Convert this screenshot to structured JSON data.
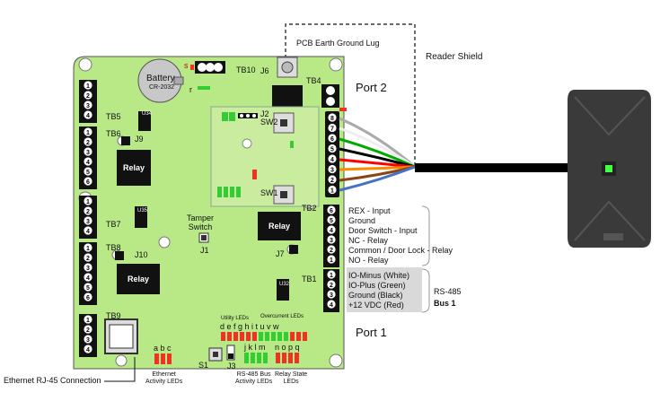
{
  "board": {
    "battery_title": "Battery",
    "battery_model": "CR-2032",
    "relay_label": "Relay",
    "tamper_label": "Tamper\nSwitch",
    "pcb_ground_lug": "PCB Earth Ground Lug",
    "reader_shield": "Reader Shield",
    "port2": "Port 2",
    "port1": "Port 1",
    "ethernet_label": "Ethernet RJ-45 Connection",
    "ethernet_leds": "Ethernet\nActivity LEDs",
    "rs485_leds": "RS-485 Bus\nActivity LEDs",
    "relay_leds": "Relay State\nLEDs",
    "utility_leds": "Utility LEDs",
    "overcurrent_leds": "Overcurrent LEDs",
    "rs485_title": "RS-485",
    "bus_title": "Bus 1",
    "jumpers": {
      "j1": "J1",
      "j2": "J2",
      "j3": "J3",
      "j6": "J6",
      "j7": "J7",
      "j9": "J9",
      "j10": "J10",
      "s1": "S1",
      "sw1": "SW1",
      "sw2": "SW2",
      "u34": "U34",
      "u35": "U35",
      "u32": "U32",
      "r": "r",
      "s": "s"
    },
    "terminal_blocks": {
      "tb1": "TB1",
      "tb2": "TB2",
      "tb4": "TB4",
      "tb5": "TB5",
      "tb6": "TB6",
      "tb7": "TB7",
      "tb8": "TB8",
      "tb9": "TB9",
      "tb10": "TB10"
    },
    "led_letters_top": "d e f g h i t u v w",
    "led_letters_abc": "a b c",
    "led_letters_mid": "j k l m",
    "led_letters_right": "n o p q"
  },
  "tb2_labels": [
    "REX - Input",
    "Ground",
    "Door Switch - Input",
    "NC - Relay",
    "Common / Door Lock - Relay",
    "NO - Relay"
  ],
  "tb1_labels": [
    "IO-Minus (White)",
    "IO-Plus (Green)",
    "Ground (Black)",
    "+12 VDC (Red)"
  ],
  "colors": {
    "board": "#b8e986",
    "board_edge": "#555555",
    "relay": "#111111",
    "led_green": "#33cc33",
    "led_red": "#ee3322",
    "reader_body": "#333333",
    "reader_led": "#44ff44",
    "rs485_box": "#d9d9d9",
    "wires": [
      "#aaaaaa",
      "#ffffff",
      "#00aa00",
      "#000000",
      "#ff0000",
      "#ff8800",
      "#8b4513",
      "#4472c4"
    ]
  }
}
